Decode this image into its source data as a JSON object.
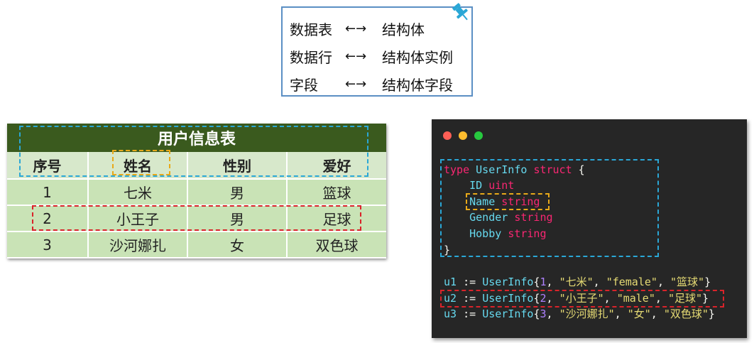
{
  "mapping": [
    {
      "left": "数据表",
      "arrow": "←→",
      "right": "结构体"
    },
    {
      "left": "数据行",
      "arrow": "←→",
      "right": "结构体实例"
    },
    {
      "left": "字段",
      "arrow": "←→",
      "right": "结构体字段"
    }
  ],
  "table": {
    "title": "用户信息表",
    "headers": [
      "序号",
      "姓名",
      "性别",
      "爱好"
    ],
    "rows": [
      [
        "1",
        "七米",
        "男",
        "篮球"
      ],
      [
        "2",
        "小王子",
        "男",
        "足球"
      ],
      [
        "3",
        "沙河娜扎",
        "女",
        "双色球"
      ]
    ]
  },
  "code": {
    "struct": {
      "kw_type": "type",
      "name": "UserInfo",
      "kw_struct": "struct",
      "open": "{",
      "close": "}",
      "fields": [
        {
          "name": "ID",
          "type": "uint"
        },
        {
          "name": "Name",
          "type": "string"
        },
        {
          "name": "Gender",
          "type": "string"
        },
        {
          "name": "Hobby",
          "type": "string"
        }
      ]
    },
    "instances": [
      {
        "var": "u1",
        "op": ":=",
        "type": "UserInfo",
        "id": "1",
        "name": "\"七米\"",
        "gender": "\"female\"",
        "hobby": "\"篮球\""
      },
      {
        "var": "u2",
        "op": ":=",
        "type": "UserInfo",
        "id": "2",
        "name": "\"小王子\"",
        "gender": "\"male\"",
        "hobby": "\"足球\""
      },
      {
        "var": "u3",
        "op": ":=",
        "type": "UserInfo",
        "id": "3",
        "name": "\"沙河娜扎\"",
        "gender": "\"女\"",
        "hobby": "\"双色球\""
      }
    ]
  },
  "colors": {
    "title_bg": "#3a5a1e",
    "header_bg": "#d7e8cb",
    "row_bg": "#c9e3b6",
    "code_bg": "#262626",
    "dot_red": "#ff5f56",
    "dot_yellow": "#ffbd2e",
    "dot_green": "#27c93f",
    "highlight_blue": "#2aa7d6",
    "highlight_red": "#d9232a",
    "highlight_yellow": "#e8a919"
  }
}
